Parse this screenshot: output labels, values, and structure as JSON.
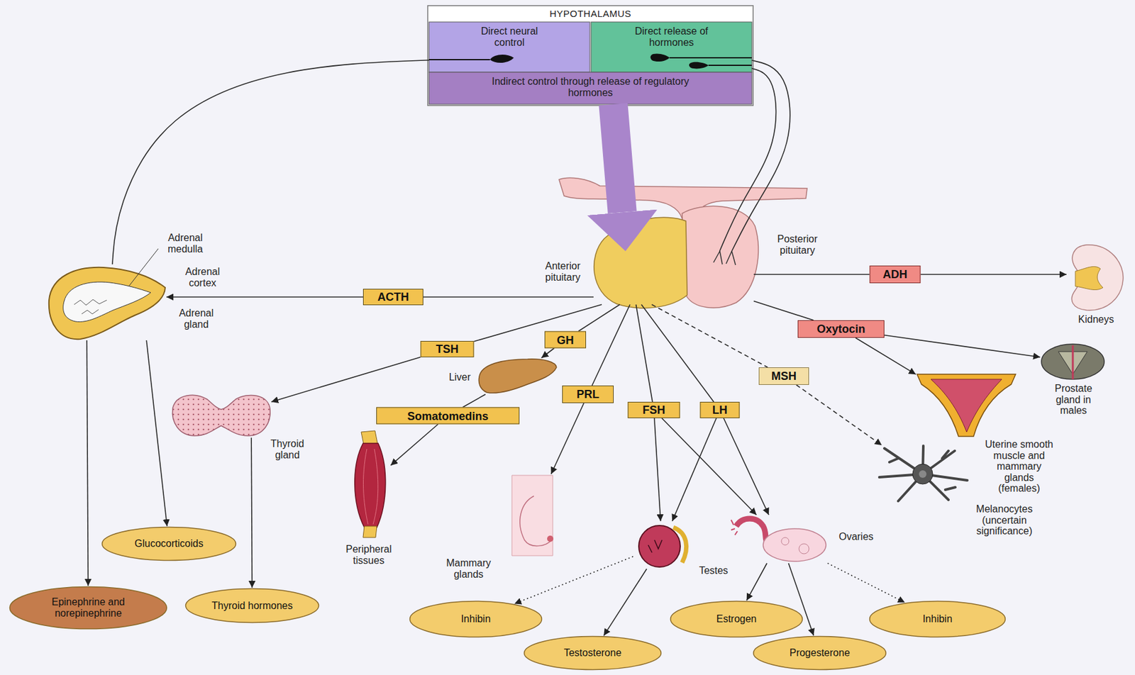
{
  "diagram": {
    "nodes": [
      {
        "text": [
          "HYPOTHALAMUS"
        ]
      },
      {
        "text": [
          "Direct neural control"
        ],
        "in": 0
      },
      {
        "text": [
          "Direct release of hormones"
        ],
        "in": 0
      },
      {
        "text": [
          "Indirect control through release of regulatory hormones"
        ],
        "in": 0
      },
      {
        "text": [
          "Posterior pituitary"
        ]
      },
      {
        "text": [
          "Anterior pituitary"
        ]
      },
      {
        "text": [
          "Adrenal gland"
        ]
      },
      {
        "text": [
          "ADH"
        ]
      },
      {
        "text": [
          "Kidneys"
        ]
      },
      {
        "text": [
          "ACTH"
        ]
      },
      {
        "text": [
          "Oxytocin"
        ]
      },
      {
        "text": [
          "Prostate gland in males"
        ]
      },
      {
        "text": [
          "TSH"
        ]
      },
      {
        "text": [
          "GH"
        ]
      },
      {
        "text": [
          "Liver"
        ]
      },
      {
        "text": [
          "MSH"
        ]
      },
      {
        "text": [
          "Uterine smooth muscle and mammary glands (females)"
        ]
      },
      {
        "text": [
          "PRL"
        ]
      },
      {
        "text": [
          "FSH"
        ]
      },
      {
        "text": [
          "LH"
        ]
      },
      {
        "text": [
          "Somatomedins"
        ]
      },
      {
        "text": [
          "Thyroid gland"
        ]
      },
      {
        "text": [
          "Melanocytes (uncertain significance)"
        ]
      },
      {
        "text": [
          "Peripheral tissues"
        ]
      },
      {
        "text": [
          "Mammary glands"
        ]
      },
      {
        "text": [
          "Testes"
        ]
      },
      {
        "text": [
          "Ovaries"
        ]
      },
      {
        "text": [
          "Glucocorticoids"
        ]
      },
      {
        "text": [
          "Epinephrine and norepinephrine"
        ]
      },
      {
        "text": [
          "Thyroid hormones"
        ]
      },
      {
        "text": [
          "Inhibin"
        ]
      },
      {
        "text": [
          "Estrogen"
        ]
      },
      {
        "text": [
          "Inhibin"
        ]
      },
      {
        "text": [
          "Testosterone"
        ]
      },
      {
        "text": [
          "Progesterone"
        ]
      }
    ],
    "edges": [
      {
        "from": 1,
        "to": 6,
        "arrow": "none"
      },
      {
        "from": 2,
        "to": 4,
        "arrow": "none"
      },
      {
        "from": 2,
        "to": 4,
        "arrow": "none"
      },
      {
        "from": 3,
        "to": 5,
        "arrow": "to"
      },
      {
        "from": 4,
        "to": 7,
        "arrow": "none"
      },
      {
        "from": 7,
        "to": 8,
        "arrow": "to"
      },
      {
        "from": 4,
        "to": 10,
        "arrow": "none"
      },
      {
        "from": 10,
        "to": 11,
        "arrow": "to"
      },
      {
        "from": 10,
        "to": 16,
        "arrow": "to"
      },
      {
        "from": 5,
        "to": 9,
        "arrow": "none"
      },
      {
        "from": 9,
        "to": 6,
        "arrow": "to"
      },
      {
        "from": 5,
        "to": 12,
        "arrow": "none"
      },
      {
        "from": 12,
        "to": 21,
        "arrow": "to"
      },
      {
        "from": 5,
        "to": 13,
        "arrow": "none"
      },
      {
        "from": 13,
        "to": 14,
        "arrow": "to"
      },
      {
        "from": 14,
        "to": 20,
        "arrow": "none"
      },
      {
        "from": 20,
        "to": 23,
        "arrow": "to"
      },
      {
        "from": 5,
        "to": 17,
        "arrow": "none"
      },
      {
        "from": 17,
        "to": 24,
        "arrow": "to"
      },
      {
        "from": 5,
        "to": 18,
        "arrow": "none"
      },
      {
        "from": 18,
        "to": 25,
        "arrow": "to"
      },
      {
        "from": 18,
        "to": 26,
        "arrow": "to"
      },
      {
        "from": 5,
        "to": 19,
        "arrow": "none"
      },
      {
        "from": 19,
        "to": 25,
        "arrow": "to"
      },
      {
        "from": 19,
        "to": 26,
        "arrow": "to"
      },
      {
        "from": 5,
        "to": 15,
        "arrow": "none"
      },
      {
        "from": 15,
        "to": 22,
        "arrow": "to"
      },
      {
        "from": 6,
        "to": 27,
        "arrow": "to"
      },
      {
        "from": 6,
        "to": 28,
        "arrow": "to"
      },
      {
        "from": 21,
        "to": 29,
        "arrow": "to"
      },
      {
        "from": 25,
        "to": 30,
        "arrow": "to"
      },
      {
        "from": 25,
        "to": 33,
        "arrow": "to"
      },
      {
        "from": 26,
        "to": 31,
        "arrow": "to"
      },
      {
        "from": 26,
        "to": 34,
        "arrow": "to"
      },
      {
        "from": 26,
        "to": 32,
        "arrow": "to"
      }
    ],
    "labels": [
      "Adrenal medulla",
      "Adrenal cortex"
    ]
  }
}
